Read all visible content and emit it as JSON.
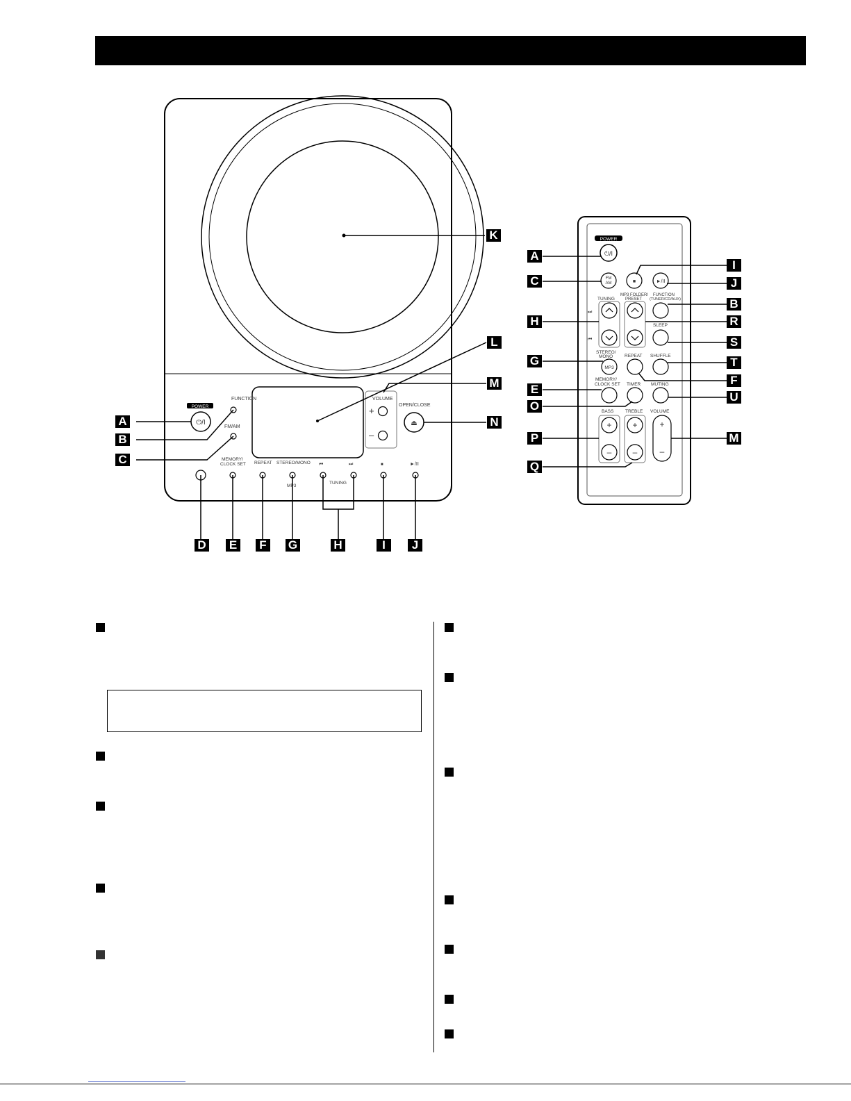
{
  "main_unit": {
    "power_label": "POWER",
    "power_symbol": "⏻/I",
    "function_label": "FUNCTION",
    "fmam_label": "FM/AM",
    "volume_label": "VOLUME",
    "plus": "+",
    "minus": "–",
    "open_close_label": "OPEN/CLOSE",
    "eject_symbol": "⏏",
    "memory_label_1": "MEMORY/",
    "memory_label_2": "CLOCK SET",
    "repeat_label": "REPEAT",
    "stereo_label": "STEREO/MONO",
    "mp3_label": "MP3",
    "skip_back_symbol": "⏮",
    "skip_fwd_symbol": "⏭",
    "tuning_label": "TUNING",
    "stop_symbol": "■",
    "play_pause_symbol": "►/II"
  },
  "remote": {
    "power_label": "POWER",
    "power_symbol": "⏻/I",
    "fm_am_1": "FM",
    "fm_am_2": "AM",
    "stop_symbol": "■",
    "play_pause_symbol": "►/II",
    "tuning_label": "TUNING",
    "folder_label_1": "MP3 FOLDER/",
    "folder_label_2": "PRESET",
    "function_label_1": "FUNCTION",
    "function_label_2": "(TUNER/CD/AUX)",
    "skip_fwd_symbol": "⏭",
    "skip_back_symbol": "⏮",
    "up_symbol": "︿",
    "down_symbol": "﹀",
    "sleep_label": "SLEEP",
    "stereo_label_1": "STEREO/",
    "stereo_label_2": "MONO",
    "mp3_label": "MP3",
    "repeat_label": "REPEAT",
    "shuffle_label": "SHUFFLE",
    "memory_label_1": "MEMORY/",
    "memory_label_2": "CLOCK SET",
    "timer_label": "TIMER",
    "muting_label": "MUTING",
    "bass_label": "BASS",
    "treble_label": "TREBLE",
    "volume_label": "VOLUME",
    "plus": "+",
    "minus": "–"
  },
  "callouts": {
    "A": "A",
    "B": "B",
    "C": "C",
    "D": "D",
    "E": "E",
    "F": "F",
    "G": "G",
    "H": "H",
    "I": "I",
    "J": "J",
    "K": "K",
    "L": "L",
    "M": "M",
    "N": "N",
    "O": "O",
    "P": "P",
    "Q": "Q",
    "R": "R",
    "S": "S",
    "T": "T",
    "U": "U"
  }
}
